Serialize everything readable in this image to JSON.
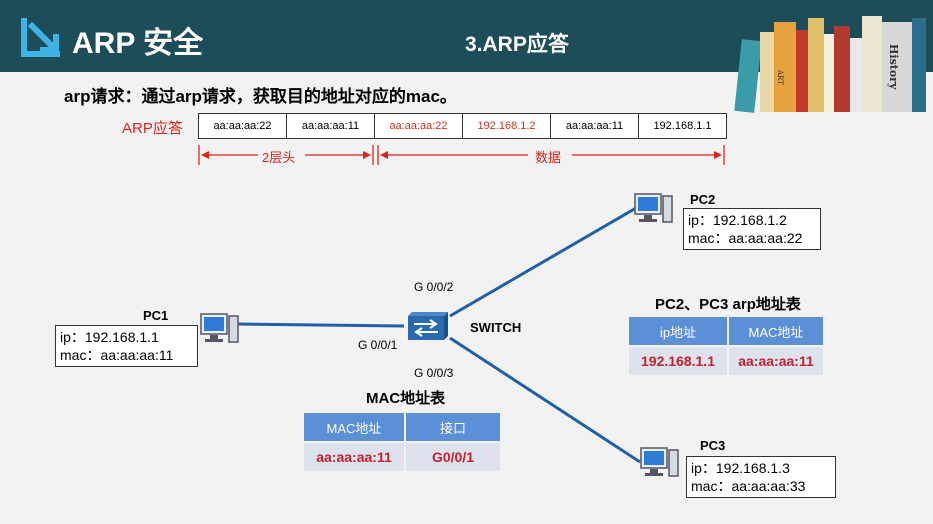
{
  "header": {
    "title": "ARP 安全",
    "subtitle": "3.ARP应答",
    "book_labels": [
      "ART",
      "History"
    ]
  },
  "description": "arp请求：通过arp请求，获取目的地址对应的mac。",
  "packet": {
    "label": "ARP应答",
    "fields": [
      "aa:aa:aa:22",
      "aa:aa:aa:11",
      "aa:aa:aa:22",
      "192.168.1.2",
      "aa:aa:aa:11",
      "192.168.1.1"
    ],
    "red_fields": [
      2,
      3
    ],
    "spans": [
      "2层头",
      "数据"
    ]
  },
  "nodes": {
    "pc1": {
      "name": "PC1",
      "ip": "ip：192.168.1.1",
      "mac": "mac：aa:aa:aa:11"
    },
    "pc2": {
      "name": "PC2",
      "ip": "ip：192.168.1.2",
      "mac": "mac：aa:aa:aa:22"
    },
    "pc3": {
      "name": "PC3",
      "ip": "ip：192.168.1.3",
      "mac": "mac：aa:aa:aa:33"
    },
    "switch": {
      "name": "SWITCH"
    }
  },
  "ports": {
    "p1": "G 0/0/1",
    "p2": "G 0/0/2",
    "p3": "G 0/0/3"
  },
  "mac_table": {
    "title": "MAC地址表",
    "headers": [
      "MAC地址",
      "接口"
    ],
    "row": [
      "aa:aa:aa:11",
      "G0/0/1"
    ]
  },
  "arp_table": {
    "title": "PC2、PC3 arp地址表",
    "headers": [
      "ip地址",
      "MAC地址"
    ],
    "row": [
      "192.168.1.1",
      "aa:aa:aa:11"
    ]
  },
  "colors": {
    "header_bg": "#1e4d5a",
    "link": "#1f5fa8",
    "red": "#d9261c",
    "table_head": "#5b8fd6"
  }
}
